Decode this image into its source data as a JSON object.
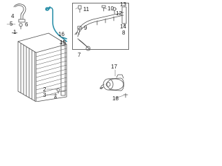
{
  "callouts": {
    "c1": "1",
    "c2": "2",
    "c3": "3",
    "c4": "4",
    "c5": "5",
    "c6": "6",
    "c7": "7",
    "c8": "8",
    "c9": "9",
    "c10": "10",
    "c11": "11",
    "c12": "12",
    "c13": "13",
    "c14": "14",
    "c15": "15",
    "c16": "16",
    "c17": "17",
    "c18": "18"
  },
  "colors": {
    "highlight_line": "#2a8fa8",
    "linework": "#505050",
    "label_text": "#1a1a1a",
    "background": "#ffffff"
  },
  "icons": [
    "condenser",
    "receiver-drier",
    "refrigerant-line",
    "hose-assembly",
    "bracket",
    "clamp",
    "compressor",
    "bolt"
  ]
}
